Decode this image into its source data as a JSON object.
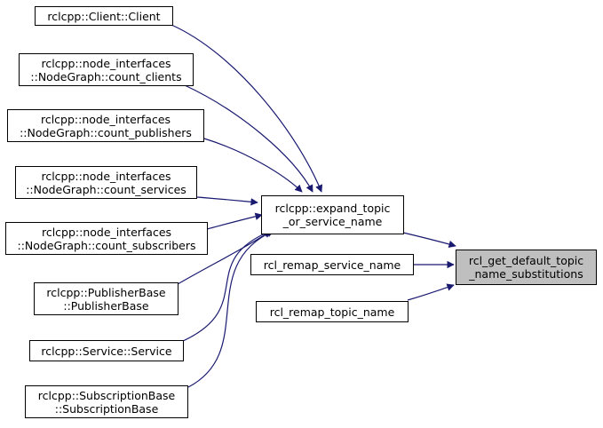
{
  "graph": {
    "edge_color": "#191970",
    "nodes": {
      "client": {
        "lines": [
          "rclcpp::Client::Client"
        ]
      },
      "count_clients": {
        "lines": [
          "rclcpp::node_interfaces",
          "::NodeGraph::count_clients"
        ]
      },
      "count_publishers": {
        "lines": [
          "rclcpp::node_interfaces",
          "::NodeGraph::count_publishers"
        ]
      },
      "count_services": {
        "lines": [
          "rclcpp::node_interfaces",
          "::NodeGraph::count_services"
        ]
      },
      "count_subscribers": {
        "lines": [
          "rclcpp::node_interfaces",
          "::NodeGraph::count_subscribers"
        ]
      },
      "publisher_base": {
        "lines": [
          "rclcpp::PublisherBase",
          "::PublisherBase"
        ]
      },
      "service": {
        "lines": [
          "rclcpp::Service::Service"
        ]
      },
      "subscription_base": {
        "lines": [
          "rclcpp::SubscriptionBase",
          "::SubscriptionBase"
        ]
      },
      "expand_topic": {
        "lines": [
          "rclcpp::expand_topic",
          "_or_service_name"
        ]
      },
      "remap_service": {
        "lines": [
          "rcl_remap_service_name"
        ]
      },
      "remap_topic": {
        "lines": [
          "rcl_remap_topic_name"
        ]
      },
      "target": {
        "lines": [
          "rcl_get_default_topic",
          "_name_substitutions"
        ],
        "fill": "#bfbfbf"
      }
    }
  }
}
